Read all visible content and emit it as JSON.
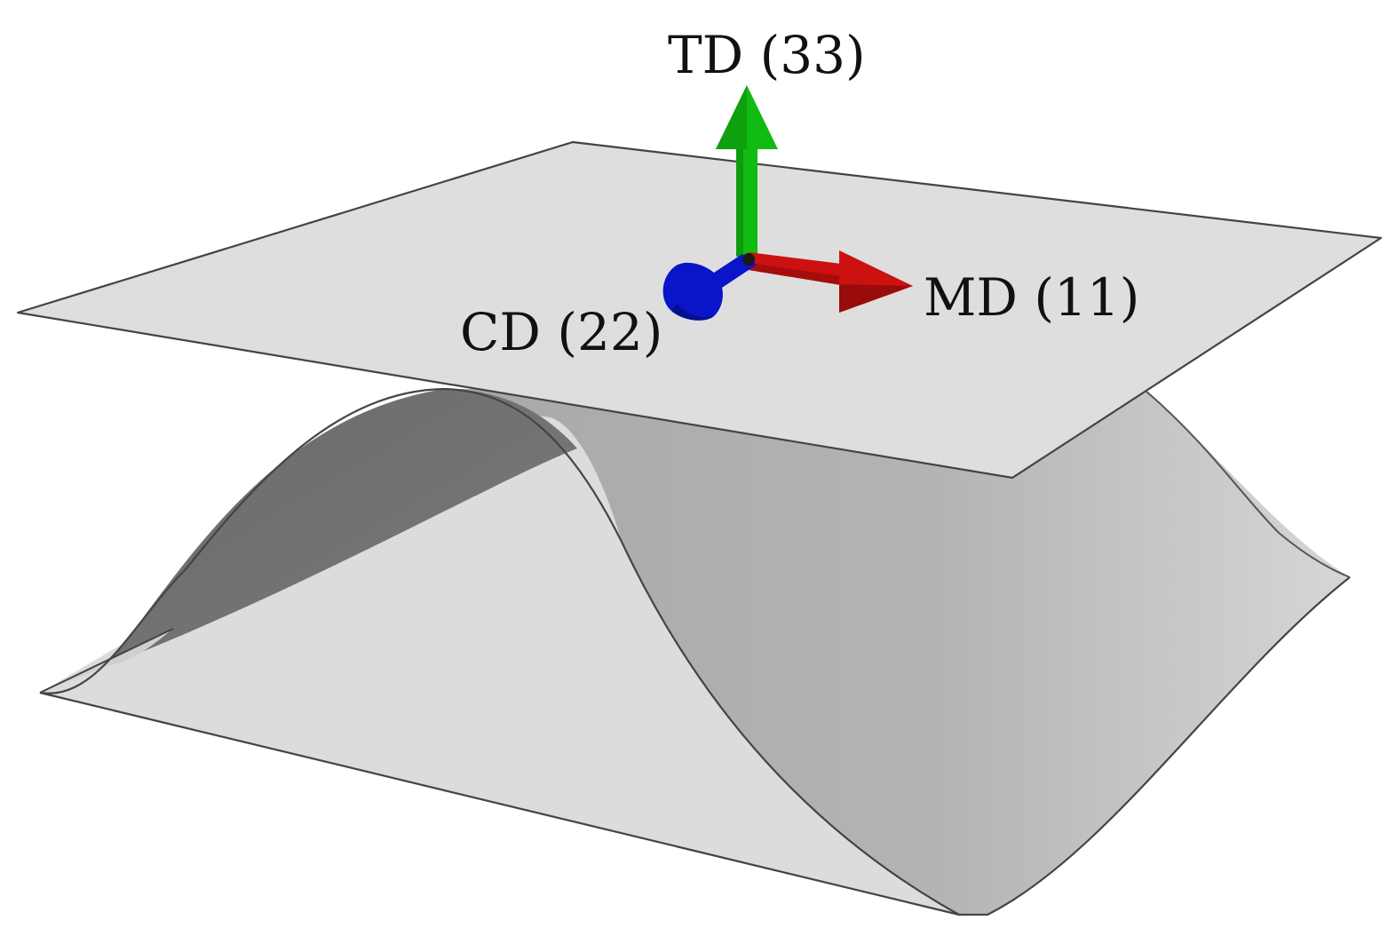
{
  "axes": {
    "td": {
      "label": "TD (33)",
      "color": "#11bb11"
    },
    "md": {
      "label": "MD (11)",
      "color": "#cc1111"
    },
    "cd": {
      "label": "CD (22)",
      "color": "#0a14c8"
    }
  },
  "colors": {
    "flat_sheet": "#dedede",
    "corrugated_light": "#dcdcdc",
    "corrugated_shadow": "#707070",
    "corrugated_side": "#b2b2b2",
    "outline": "#444444"
  }
}
